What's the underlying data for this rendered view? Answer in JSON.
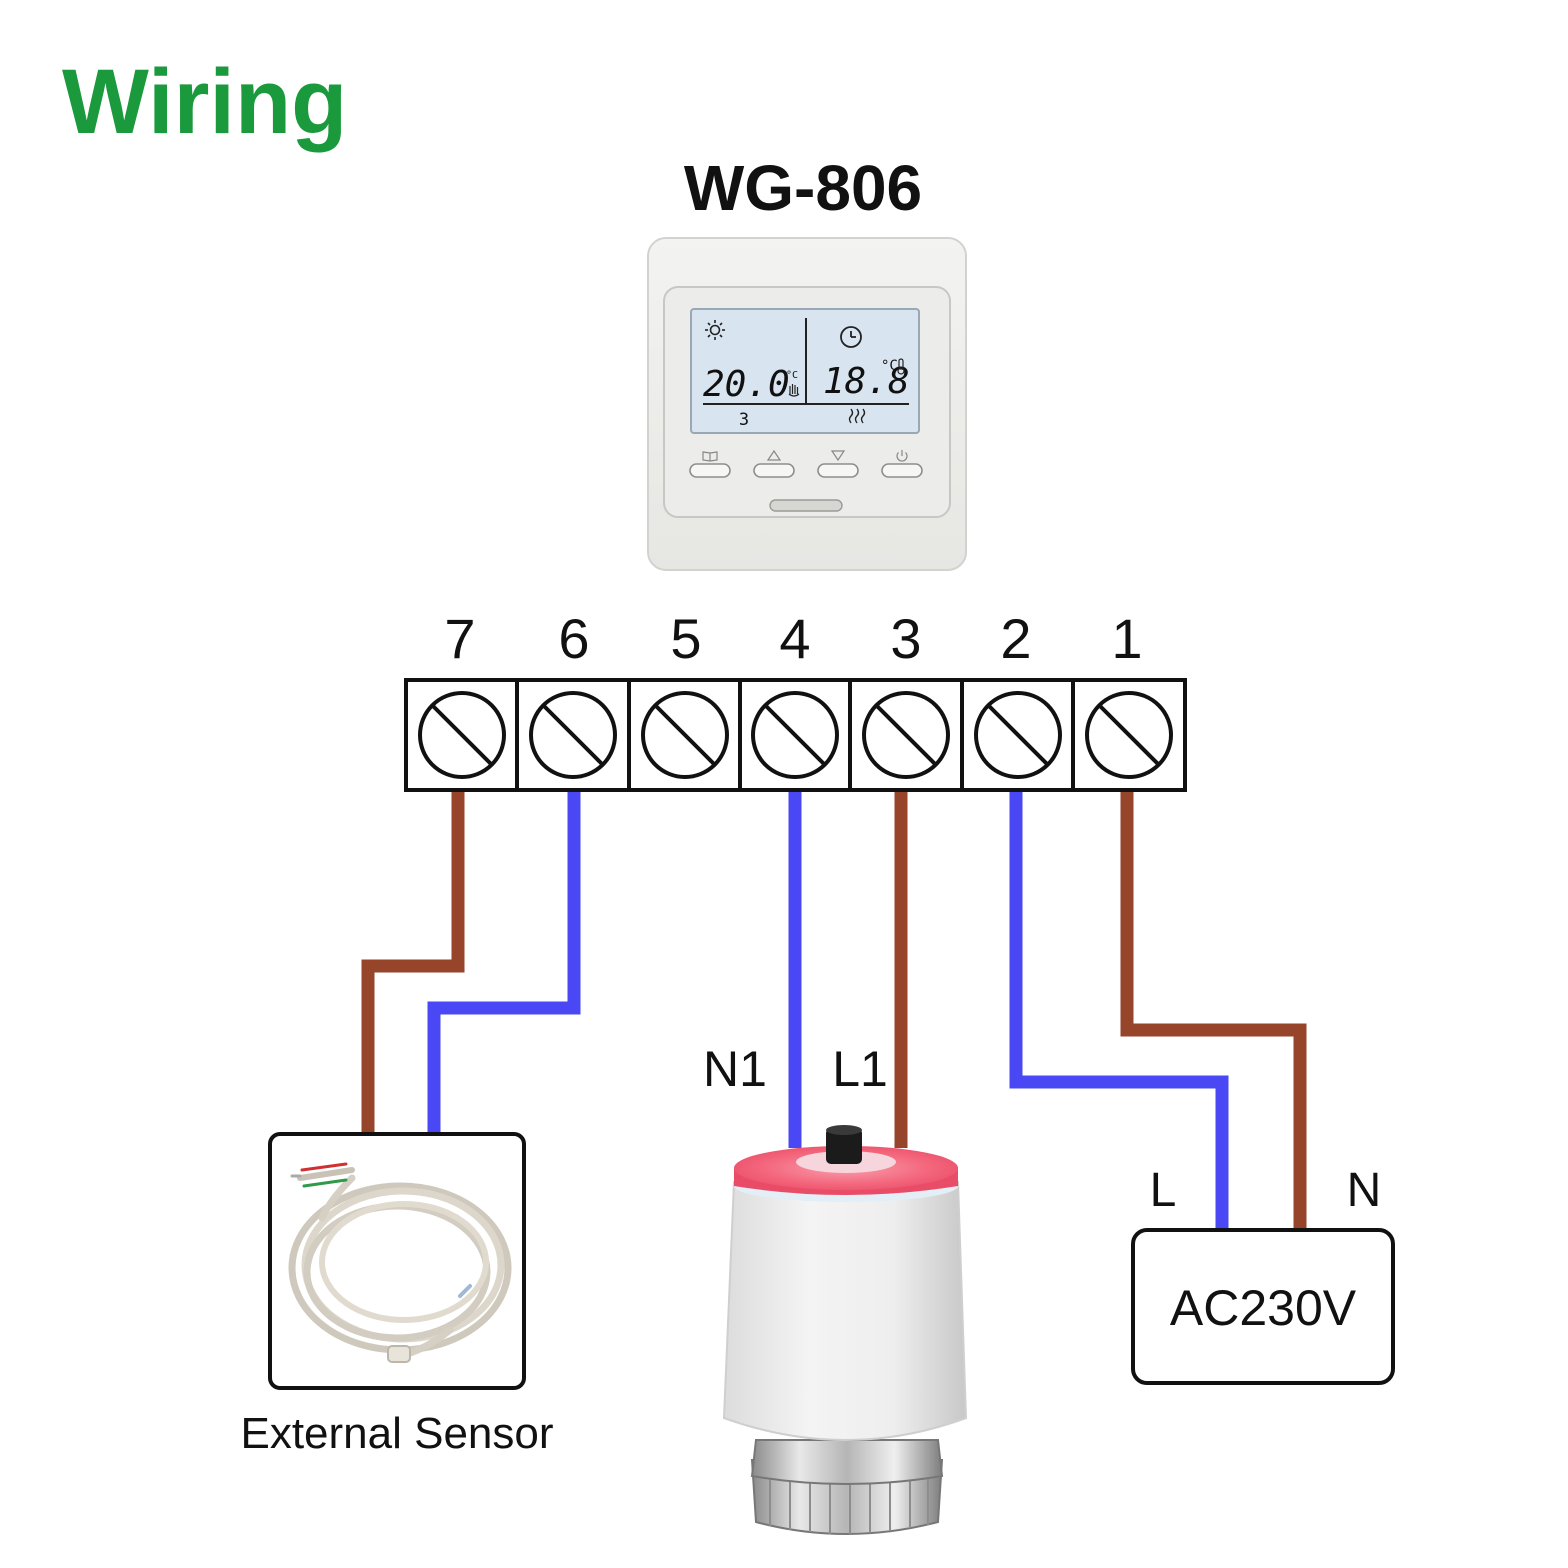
{
  "title": "Wiring",
  "model": "WG-806",
  "colors": {
    "title_green": "#1a9a3c",
    "live_wire": "#96452b",
    "neutral_wire": "#4a48f5",
    "lcd_bg": "#d8e5f0",
    "actuator_cap": "#f25a74"
  },
  "thermostat": {
    "lcd_left_temp": "20.0",
    "lcd_left_unit": "°C",
    "lcd_left_program": "3",
    "lcd_right_temp": "18.8",
    "lcd_right_unit": "°C",
    "icons": [
      "sun-icon",
      "hand-icon",
      "clock-icon",
      "thermometer-icon",
      "heating-icon"
    ],
    "buttons": [
      "book-icon",
      "up-arrow-icon",
      "down-arrow-icon",
      "power-icon"
    ]
  },
  "terminals": [
    "7",
    "6",
    "5",
    "4",
    "3",
    "2",
    "1"
  ],
  "labels": {
    "n1": "N1",
    "l1": "L1",
    "l": "L",
    "n": "N",
    "power": "AC230V",
    "sensor": "External Sensor"
  }
}
